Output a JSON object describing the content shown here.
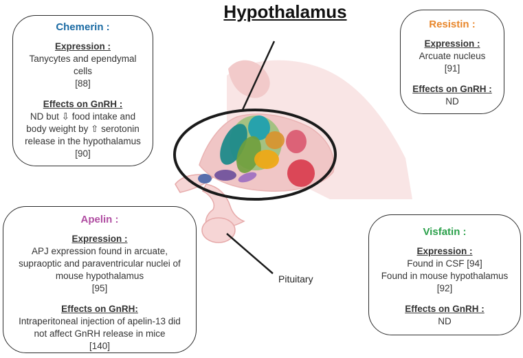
{
  "title": "Hypothalamus",
  "pituitary_label": "Pituitary",
  "colors": {
    "chemerin": "#1a6aa3",
    "resistin": "#e8862a",
    "apelin": "#b04ea2",
    "visfatin": "#2aa04a"
  },
  "chemerin": {
    "name": "Chemerin :",
    "expression_head": "Expression :",
    "expression_lines": [
      "Tanycytes and ependymal",
      "cells",
      "[88]"
    ],
    "effects_head": "Effects on GnRH :",
    "effects_lines": [
      "ND but ⇩ food intake and",
      "body weight by ⇧ serotonin",
      "release in the hypothalamus",
      "[90]"
    ]
  },
  "resistin": {
    "name": "Resistin :",
    "expression_head": "Expression :",
    "expression_lines": [
      "Arcuate nucleus",
      "[91]"
    ],
    "effects_head": "Effects on GnRH :",
    "effects_lines": [
      "ND"
    ]
  },
  "apelin": {
    "name": "Apelin :",
    "expression_head": "Expression :",
    "expression_lines": [
      "APJ expression found in arcuate,",
      "supraoptic and paraventricular nuclei of",
      "mouse hypothalamus",
      "[95]"
    ],
    "effects_head": "Effects on GnRH:",
    "effects_lines": [
      "Intraperitoneal injection of apelin-13 did",
      "not affect GnRH release in mice",
      "[140]"
    ]
  },
  "visfatin": {
    "name": "Visfatin :",
    "expression_head": "Expression :",
    "expression_lines": [
      "Found in CSF [94]",
      "Found in mouse hypothalamus",
      "[92]"
    ],
    "effects_head": "Effects on GnRH :",
    "effects_lines": [
      "ND"
    ]
  }
}
